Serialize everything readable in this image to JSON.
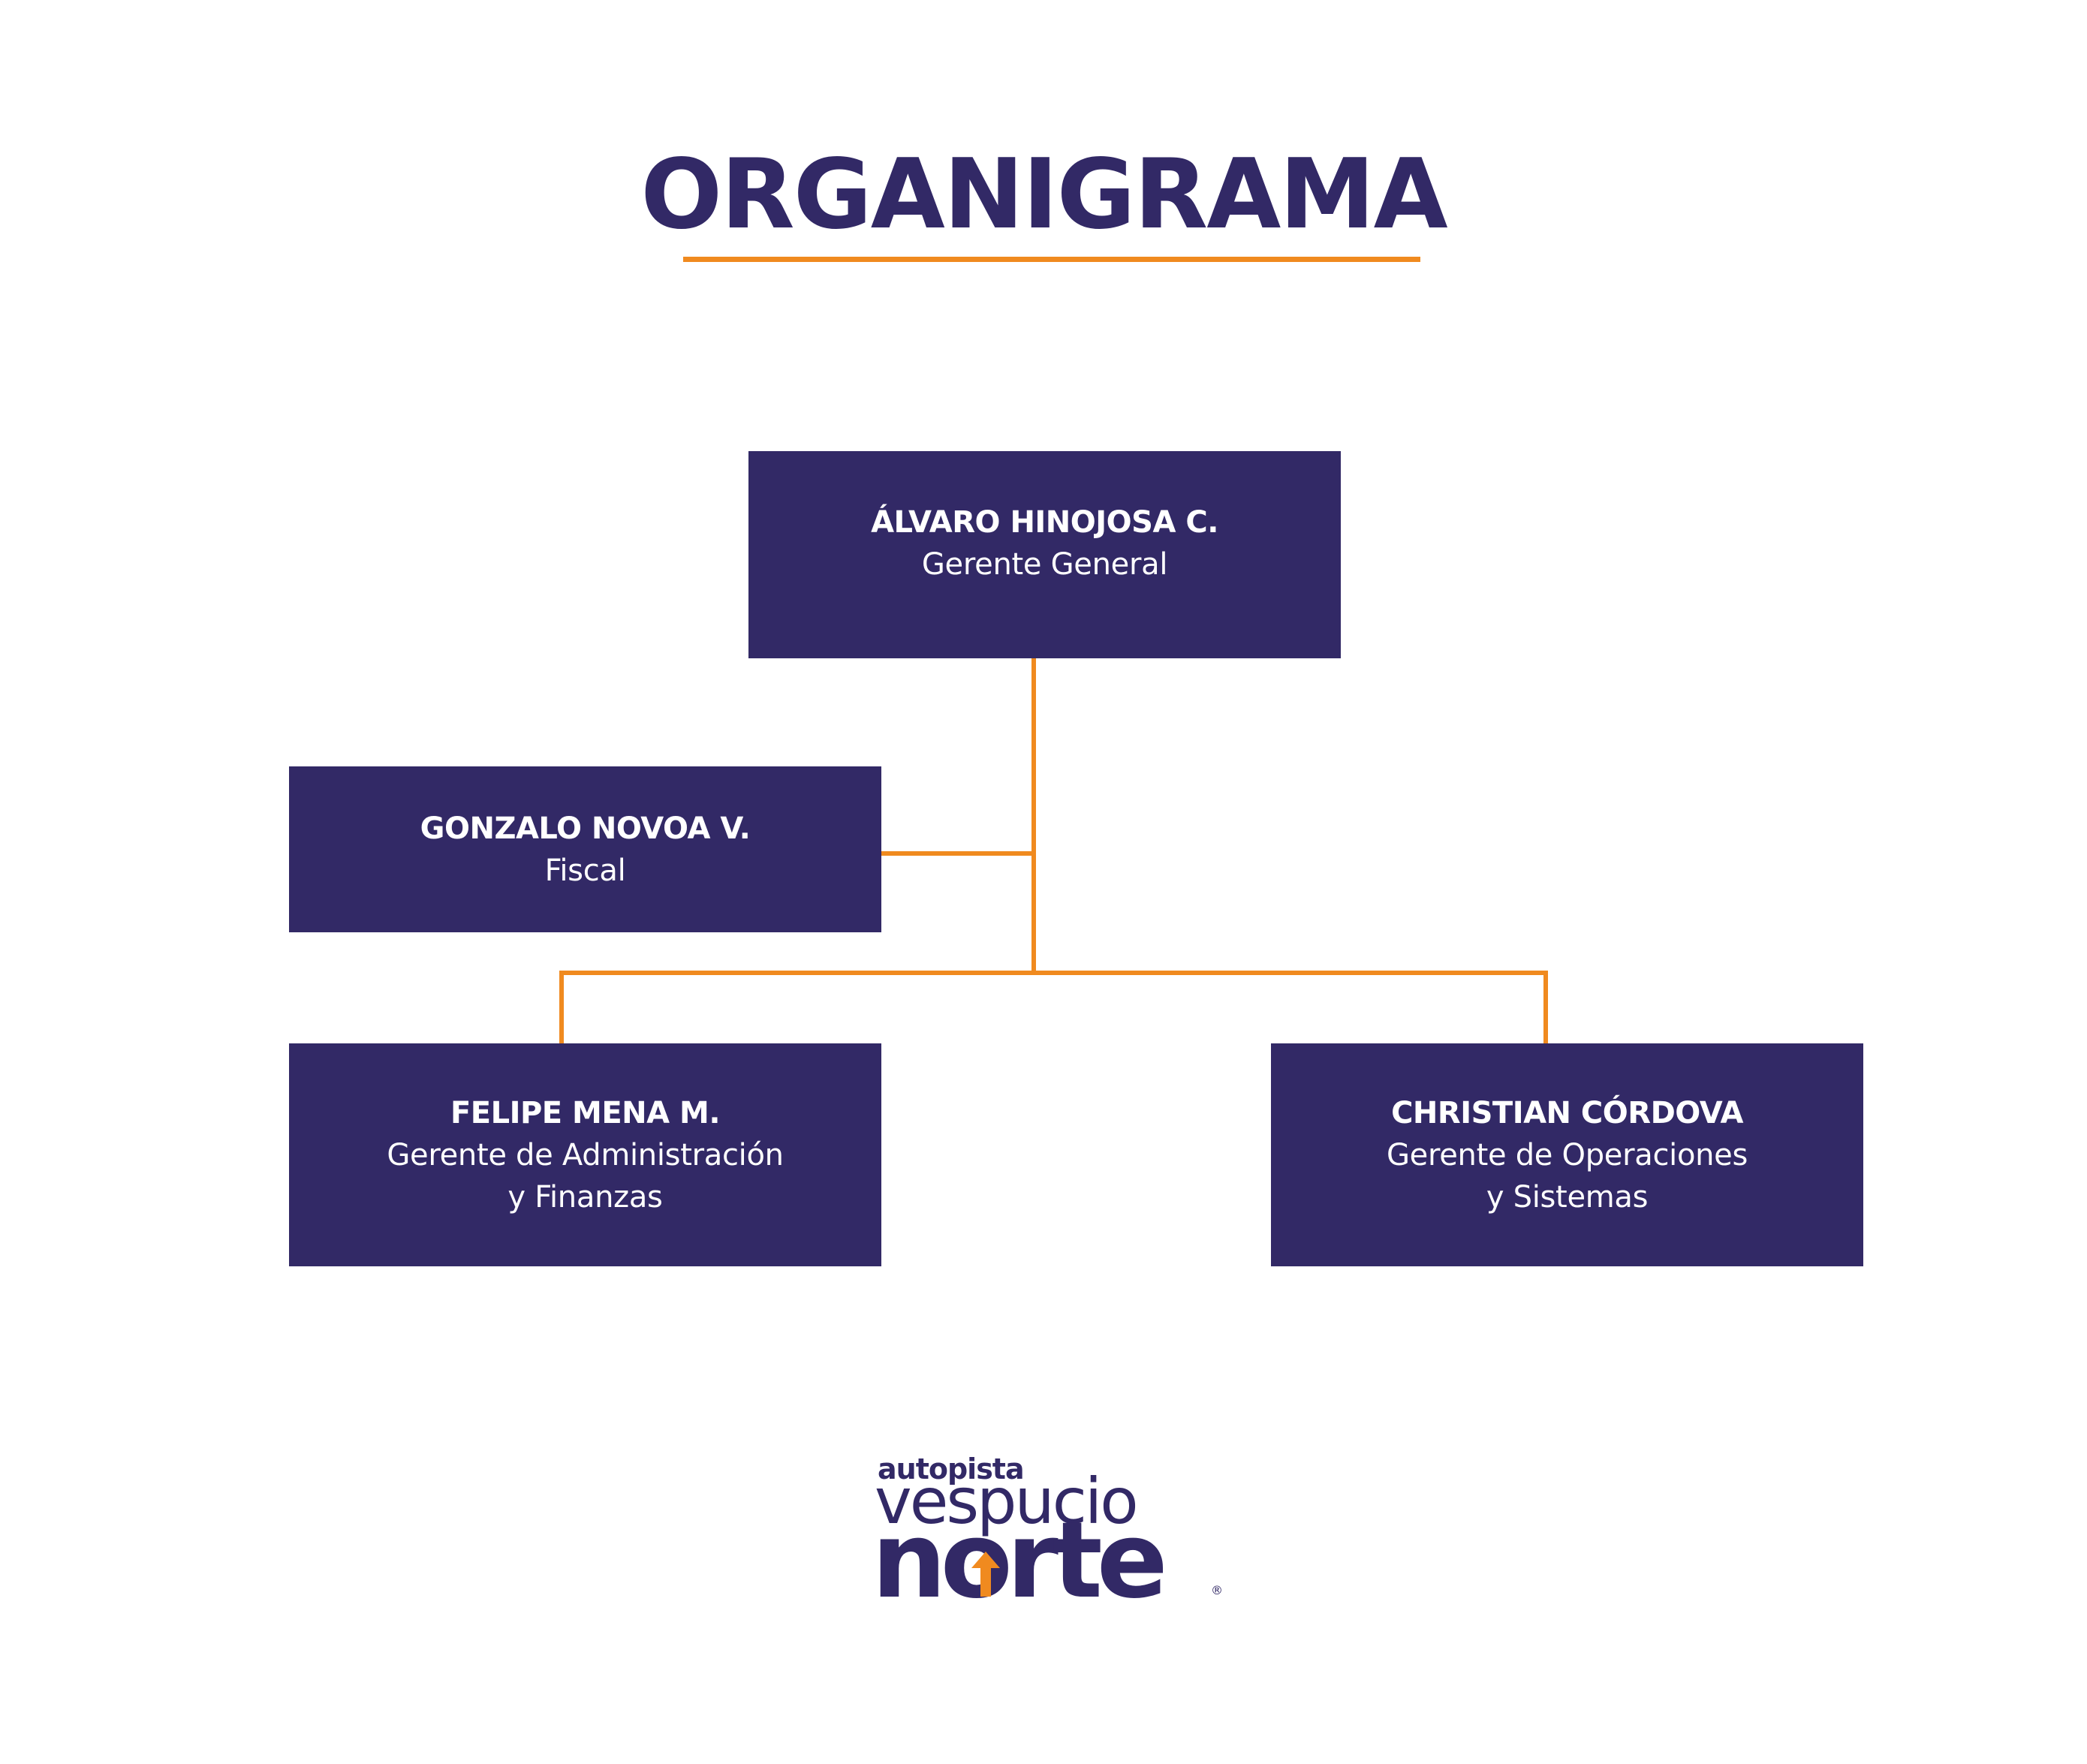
{
  "title": "ORGANIGRAMA",
  "colors": {
    "box_fill": "#322966",
    "box_text": "#ffffff",
    "connector": "#f08a1f",
    "title": "#322966",
    "accent": "#f08a1f"
  },
  "nodes": {
    "general_manager": {
      "name": "ÁLVARO HINOJOSA C.",
      "role": "Gerente General"
    },
    "fiscal": {
      "name": "GONZALO NOVOA V.",
      "role": "Fiscal"
    },
    "admin": {
      "name": "FELIPE MENA M.",
      "role_line1": "Gerente de Administración",
      "role_line2": "y Finanzas"
    },
    "operations": {
      "name": "CHRISTIAN CÓRDOVA",
      "role_line1": "Gerente de Operaciones",
      "role_line2": "y Sistemas"
    }
  },
  "logo": {
    "line1": "autopista",
    "line2": "vespucio",
    "line3": "norte",
    "registered": "®",
    "arrow_icon": "arrow-up-icon"
  }
}
